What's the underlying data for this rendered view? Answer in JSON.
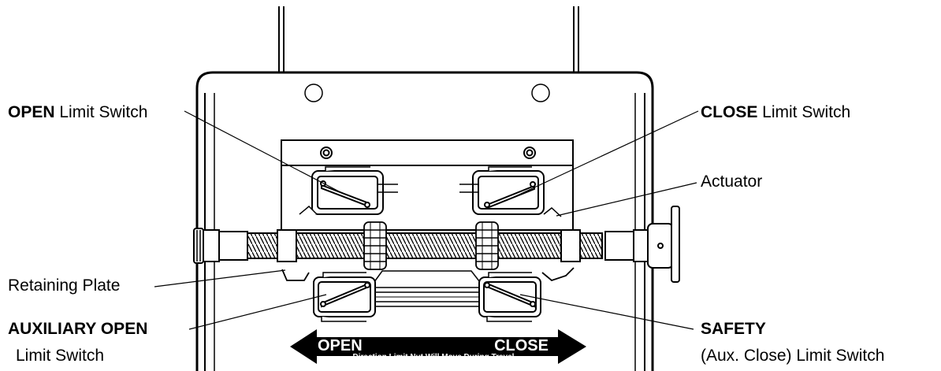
{
  "labels": {
    "open_limit": {
      "bold": "OPEN",
      "rest": " Limit Switch"
    },
    "close_limit": {
      "bold": "CLOSE",
      "rest": " Limit Switch"
    },
    "actuator": "Actuator",
    "retaining_plate": "Retaining Plate",
    "aux_open": {
      "bold": "AUXILIARY OPEN",
      "line2": "Limit Switch"
    },
    "safety": {
      "bold": "SAFETY",
      "line2": "(Aux. Close) Limit Switch"
    }
  },
  "direction_arrow": {
    "left_word": "OPEN",
    "right_word": "CLOSE",
    "caption": "Direction Limit Nut Will Move During Travel",
    "fill_color": "#000000"
  }
}
